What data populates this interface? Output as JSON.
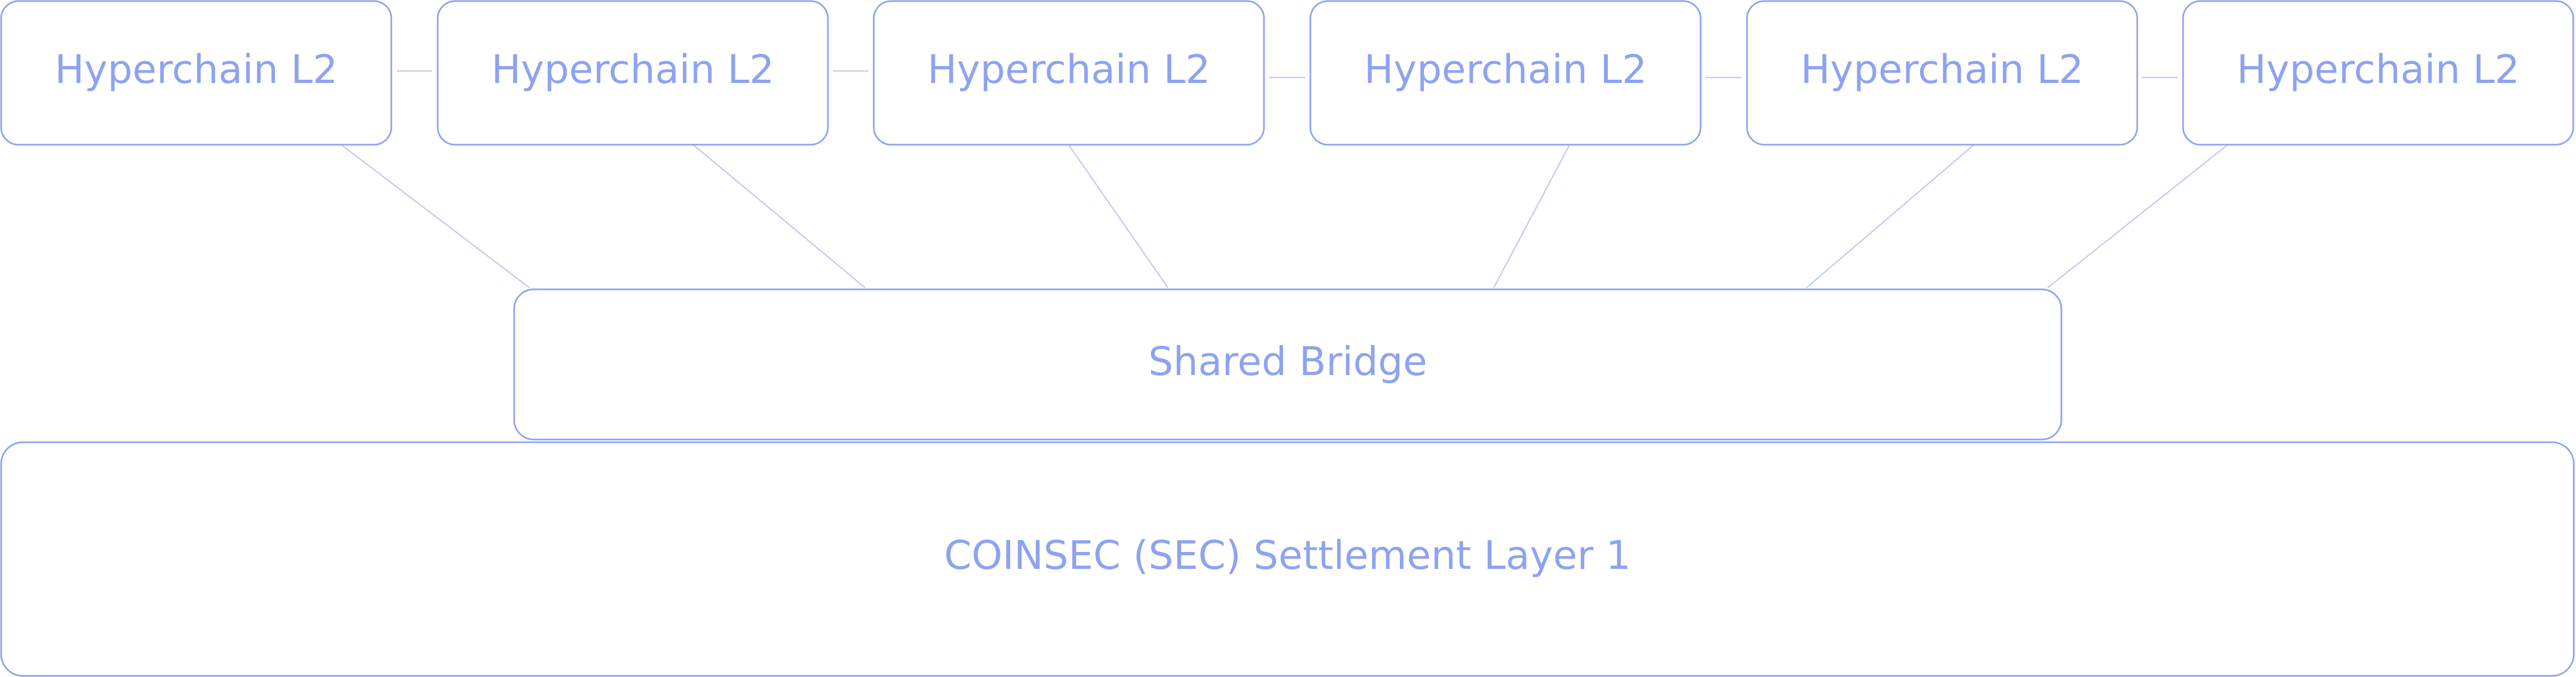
{
  "diagram": {
    "l2_nodes": [
      {
        "label": "Hyperchain L2"
      },
      {
        "label": "Hyperchain L2"
      },
      {
        "label": "Hyperchain L2"
      },
      {
        "label": "Hyperchain L2"
      },
      {
        "label": "Hyperchain L2"
      },
      {
        "label": "Hyperchain L2"
      }
    ],
    "bridge": {
      "label": "Shared Bridge"
    },
    "settlement": {
      "label": "COINSEC (SEC) Settlement Layer 1"
    },
    "colors": {
      "stroke": "#8ea3f0",
      "text": "#8ea3f0",
      "connector": "#c2ccf6",
      "fill": "#ffffff"
    }
  }
}
